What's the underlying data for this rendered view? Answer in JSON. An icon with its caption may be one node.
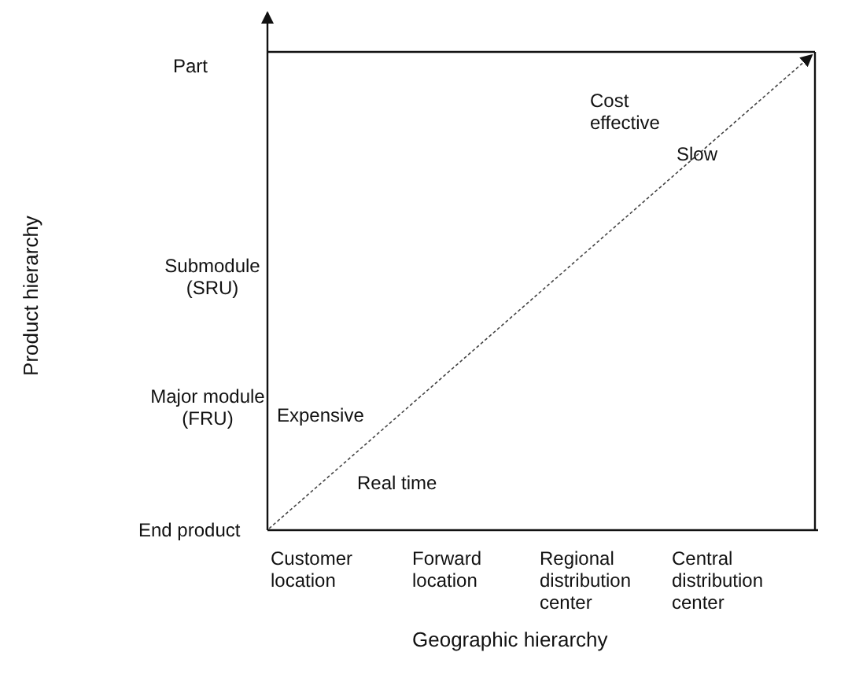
{
  "diagram": {
    "labels": [
      "Part",
      "Cost effective",
      "Slow",
      "Product hierarchy",
      "Submodule (SRU)",
      "Major module (FRU)",
      "Expensive",
      "Real time",
      "End product",
      "Customer location",
      "Forward location",
      "Regional distribution center",
      "Central distribution center",
      "Geographic hierarchy"
    ]
  }
}
